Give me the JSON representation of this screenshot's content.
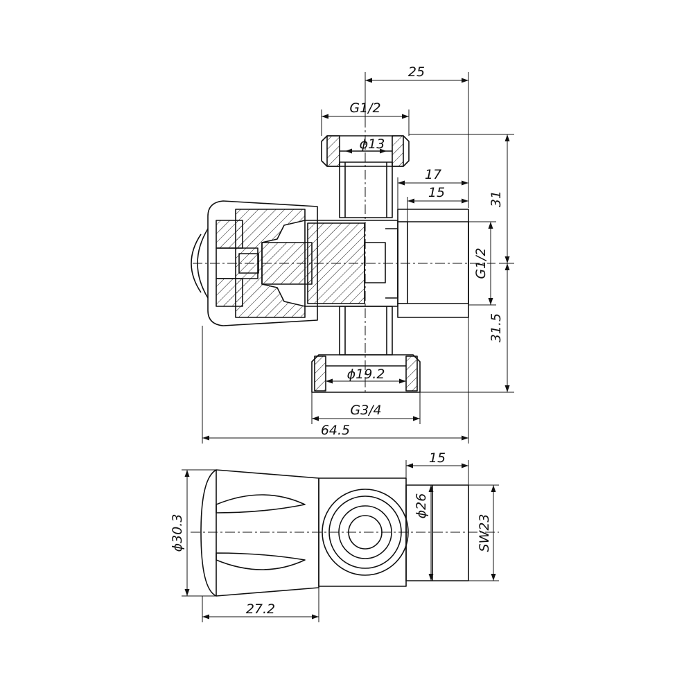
{
  "drawing": {
    "line_color": "#111111",
    "background": "#ffffff"
  },
  "dimensions": {
    "top_offset": "25",
    "thread_top": "G1/2",
    "bore_top": "ϕ13",
    "depth_17": "17",
    "depth_15": "15",
    "right_height": "31",
    "thread_right": "G1/2",
    "lower_height": "31.5",
    "bore_bottom": "ϕ19.2",
    "thread_bottom": "G3/4",
    "overall_length": "64.5",
    "side_depth_15": "15",
    "knob_diameter": "ϕ30.3",
    "side_diameter": "ϕ26",
    "wrench_size": "SW23",
    "knob_length": "27.2"
  }
}
